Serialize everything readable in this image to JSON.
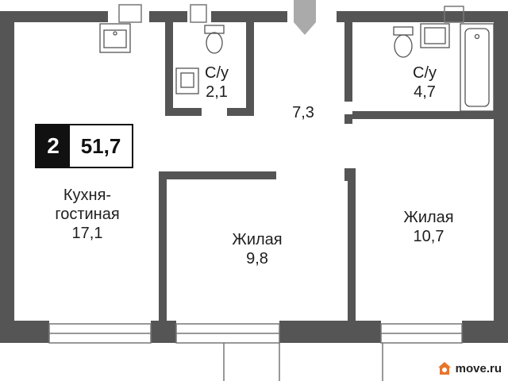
{
  "plan": {
    "rooms_count": "2",
    "total_area": "51,7",
    "rooms": [
      {
        "name": "Кухня-\nгостиная",
        "area": "17,1"
      },
      {
        "name": "С/у",
        "area": "2,1"
      },
      {
        "name": "",
        "area": "7,3"
      },
      {
        "name": "С/у",
        "area": "4,7"
      },
      {
        "name": "Жилая",
        "area": "9,8"
      },
      {
        "name": "Жилая",
        "area": "10,7"
      }
    ]
  },
  "brand": {
    "name": "move.ru"
  },
  "colors": {
    "wall": "#555555",
    "accent": "#e8742c",
    "ink": "#1e1e1e"
  },
  "icons": [
    "sink-icon",
    "toilet-icon",
    "bathtub-icon",
    "entrance-arrow-icon",
    "window-icon",
    "move-logo-icon"
  ]
}
